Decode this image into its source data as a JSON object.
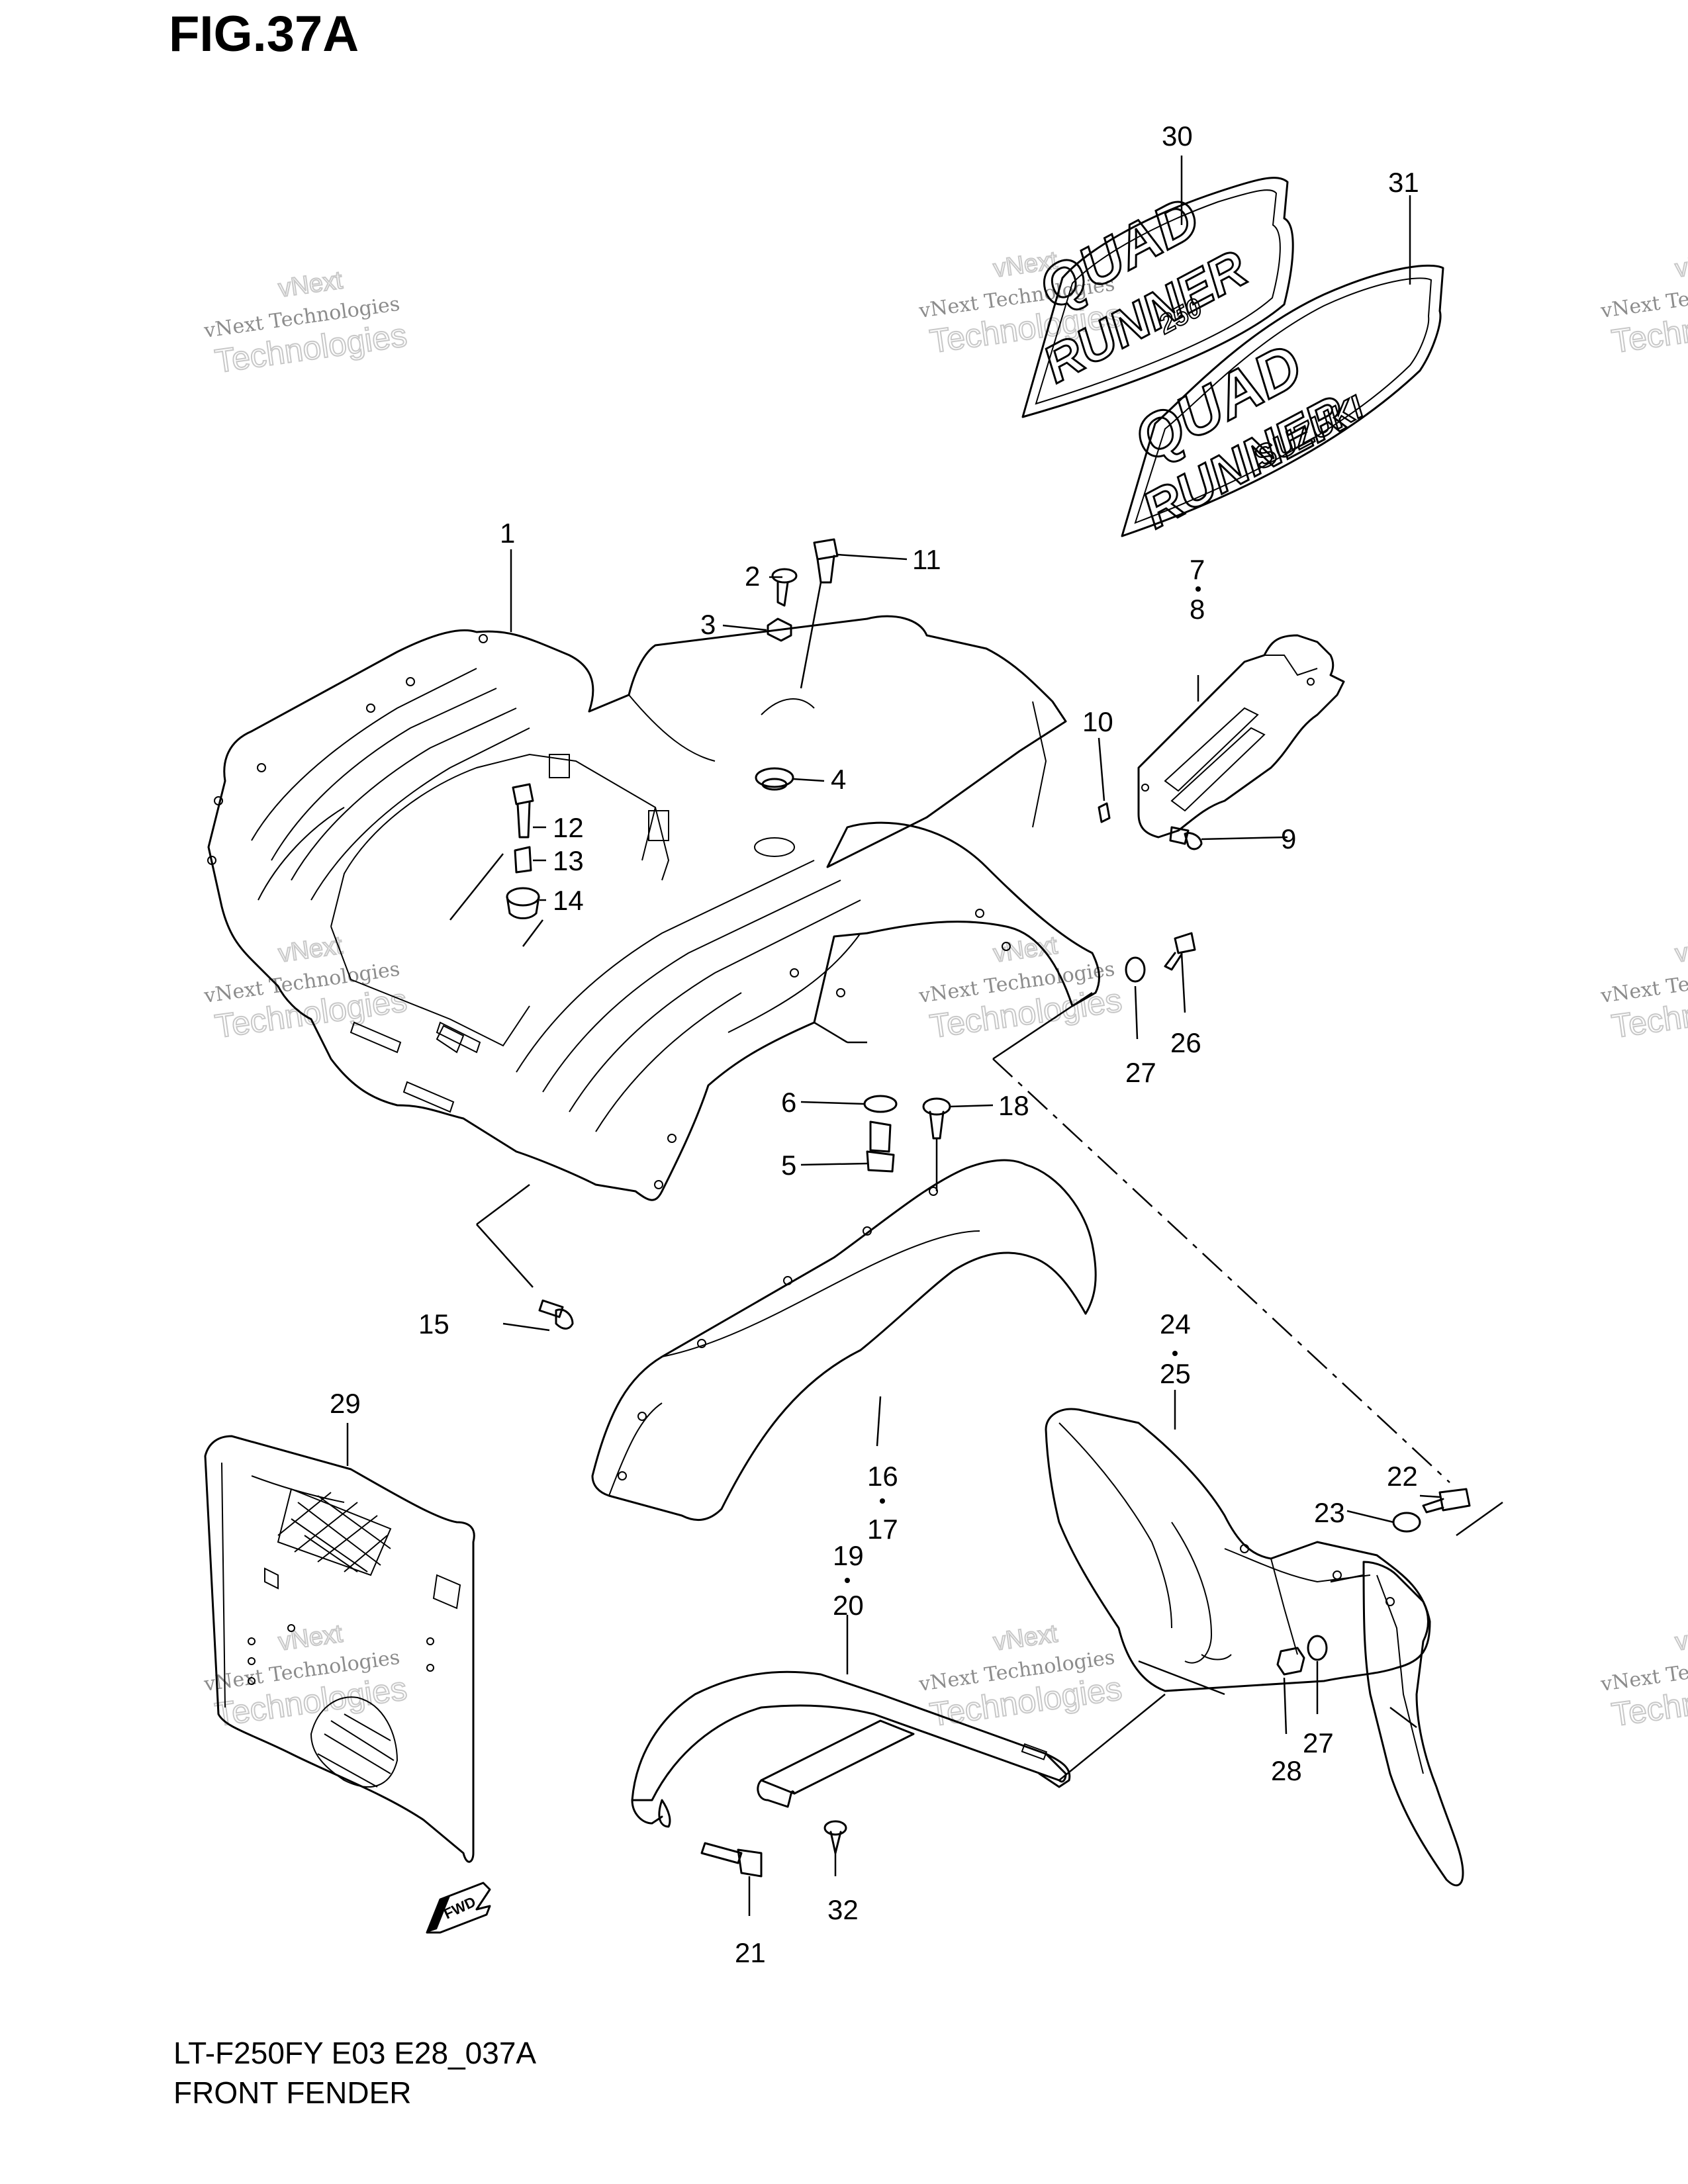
{
  "figure": "FIG.37A",
  "footer": {
    "model_code": "LT-F250FY E03 E28_037A",
    "section_title": "FRONT FENDER"
  },
  "watermark": {
    "brand": "vNext",
    "company": "vNext Technologies",
    "word": "Technologies"
  },
  "decal": {
    "quad": "QUAD",
    "runner": "RUNNER",
    "model": "250",
    "suzuki": "SUZUKI"
  },
  "fwd_arrow_text": "FWD",
  "parts": [
    {
      "id": "1",
      "label": "1"
    },
    {
      "id": "2",
      "label": "2"
    },
    {
      "id": "3",
      "label": "3"
    },
    {
      "id": "4",
      "label": "4"
    },
    {
      "id": "5",
      "label": "5"
    },
    {
      "id": "6",
      "label": "6"
    },
    {
      "id": "7",
      "label": "7"
    },
    {
      "id": "8",
      "label": "8"
    },
    {
      "id": "9",
      "label": "9"
    },
    {
      "id": "10",
      "label": "10"
    },
    {
      "id": "11",
      "label": "11"
    },
    {
      "id": "12",
      "label": "12"
    },
    {
      "id": "13",
      "label": "13"
    },
    {
      "id": "14",
      "label": "14"
    },
    {
      "id": "15",
      "label": "15"
    },
    {
      "id": "16",
      "label": "16"
    },
    {
      "id": "17",
      "label": "17"
    },
    {
      "id": "18",
      "label": "18"
    },
    {
      "id": "19",
      "label": "19"
    },
    {
      "id": "20",
      "label": "20"
    },
    {
      "id": "21",
      "label": "21"
    },
    {
      "id": "22",
      "label": "22"
    },
    {
      "id": "23",
      "label": "23"
    },
    {
      "id": "24",
      "label": "24"
    },
    {
      "id": "25",
      "label": "25"
    },
    {
      "id": "26",
      "label": "26"
    },
    {
      "id": "27a",
      "label": "27"
    },
    {
      "id": "27b",
      "label": "27"
    },
    {
      "id": "28",
      "label": "28"
    },
    {
      "id": "29",
      "label": "29"
    },
    {
      "id": "30",
      "label": "30"
    },
    {
      "id": "31",
      "label": "31"
    },
    {
      "id": "32",
      "label": "32"
    }
  ]
}
